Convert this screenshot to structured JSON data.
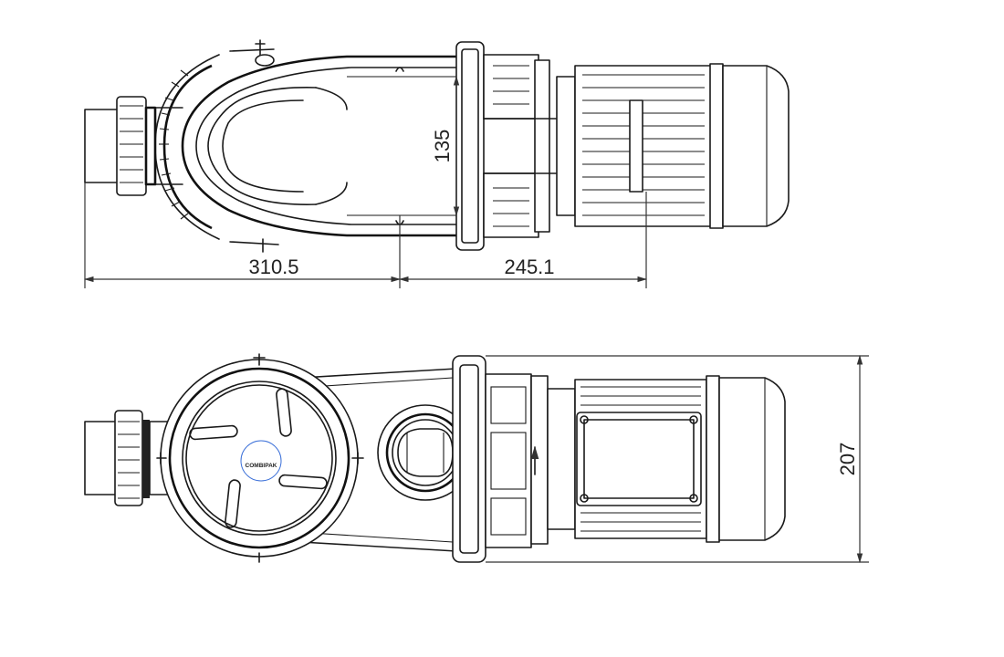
{
  "dimensions": {
    "inlet_to_center": "310.5",
    "center_to_motor": "245.1",
    "port_height": "135",
    "overall_height": "207"
  },
  "logo": {
    "text": "COMBIPAK",
    "ring_color": "#3a6fd8"
  },
  "line_color": "#1a1a1a"
}
